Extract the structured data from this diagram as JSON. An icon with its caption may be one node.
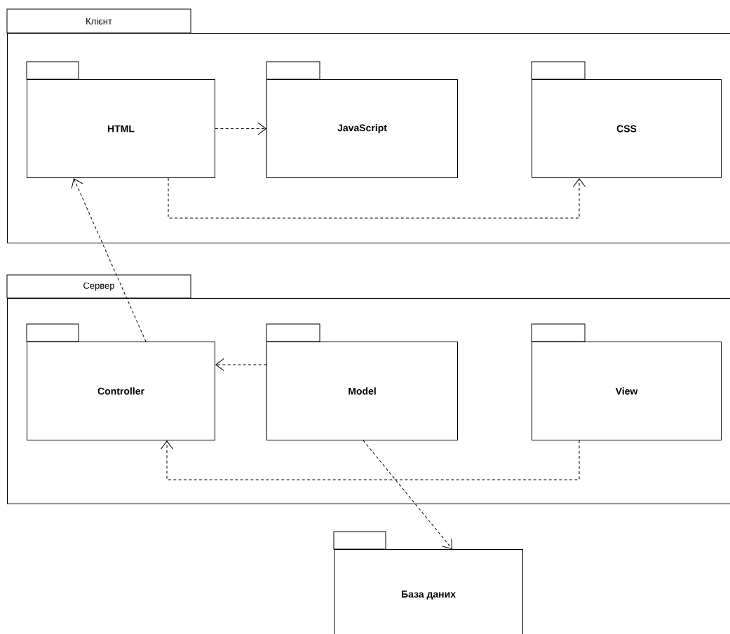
{
  "diagram": {
    "nodes": [
      {
        "text": [
          "Клієнт"
        ]
      },
      {
        "text": [
          "HTML"
        ],
        "in": 0
      },
      {
        "text": [
          "JavaScript"
        ],
        "in": 0
      },
      {
        "text": [
          "CSS"
        ],
        "in": 0
      },
      {
        "text": [
          "Сервер"
        ]
      },
      {
        "text": [
          "Controller"
        ],
        "in": 4
      },
      {
        "text": [
          "Model"
        ],
        "in": 4
      },
      {
        "text": [
          "View"
        ],
        "in": 4
      },
      {
        "text": [
          "База даних"
        ]
      }
    ],
    "edges": [
      {
        "from": 1,
        "to": 2,
        "arrow": "to",
        "style": "dashed"
      },
      {
        "from": 1,
        "to": 3,
        "arrow": "to",
        "style": "dashed"
      },
      {
        "from": 5,
        "to": 1,
        "arrow": "to",
        "style": "dashed"
      },
      {
        "from": 6,
        "to": 5,
        "arrow": "to",
        "style": "dashed"
      },
      {
        "from": 7,
        "to": 5,
        "arrow": "to",
        "style": "dashed"
      },
      {
        "from": 6,
        "to": 8,
        "arrow": "to",
        "style": "dashed"
      }
    ]
  }
}
